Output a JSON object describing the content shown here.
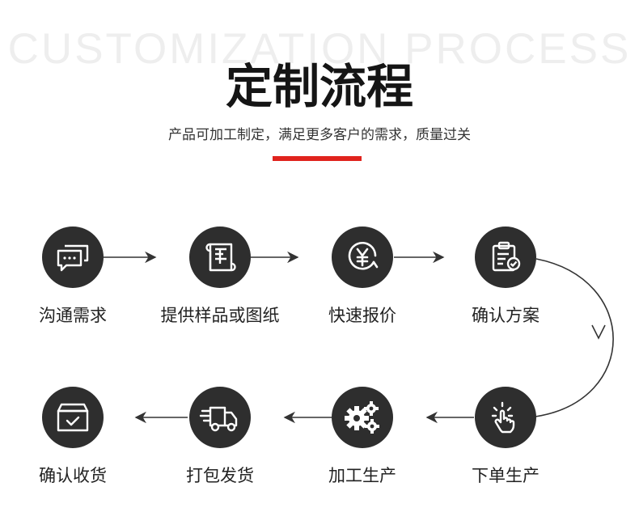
{
  "header": {
    "background_title": "CUSTOMIZATION PROCESS",
    "title": "定制流程",
    "subtitle": "产品可加工制定，满足更多客户的需求，质量过关",
    "accent_color": "#e0231d"
  },
  "steps": [
    {
      "label": "沟通需求",
      "icon": "chat-bubbles-icon"
    },
    {
      "label": "提供样品或图纸",
      "icon": "blueprint-scroll-icon"
    },
    {
      "label": "快速报价",
      "icon": "yen-quote-icon"
    },
    {
      "label": "确认方案",
      "icon": "clipboard-check-icon"
    },
    {
      "label": "下单生产",
      "icon": "tap-hand-icon"
    },
    {
      "label": "加工生产",
      "icon": "gears-icon"
    },
    {
      "label": "打包发货",
      "icon": "delivery-truck-icon"
    },
    {
      "label": "确认收货",
      "icon": "received-box-icon"
    }
  ],
  "colors": {
    "circle": "#2e2e2e",
    "line": "#333333"
  }
}
